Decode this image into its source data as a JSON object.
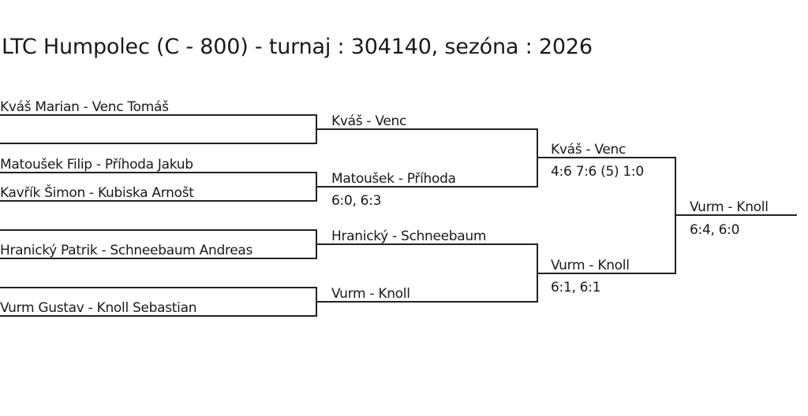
{
  "title": "LTC Humpolec (C - 800) - turnaj : 304140, sezóna : 2026",
  "round1": [
    {
      "top": "Kváš Marian - Venc Tomáš",
      "bottom": ""
    },
    {
      "top": "Matoušek Filip - Příhoda Jakub",
      "bottom": "Kavřík Šimon - Kubiska Arnošt"
    },
    {
      "top": "",
      "bottom": "Hranický Patrik - Schneebaum Andreas"
    },
    {
      "top": "",
      "bottom": "Vurm Gustav - Knoll Sebastian"
    }
  ],
  "round2": [
    {
      "name": "Kváš - Venc",
      "score": ""
    },
    {
      "name": "Matoušek - Příhoda",
      "score": "6:0, 6:3"
    },
    {
      "name": "Hranický - Schneebaum",
      "score": ""
    },
    {
      "name": "Vurm - Knoll",
      "score": ""
    }
  ],
  "semifinals": [
    {
      "name": "Kváš - Venc",
      "score": "4:6 7:6 (5) 1:0"
    },
    {
      "name": "Vurm - Knoll",
      "score": "6:1, 6:1"
    }
  ],
  "final": {
    "name": "Vurm - Knoll",
    "score": "6:4, 6:0"
  }
}
